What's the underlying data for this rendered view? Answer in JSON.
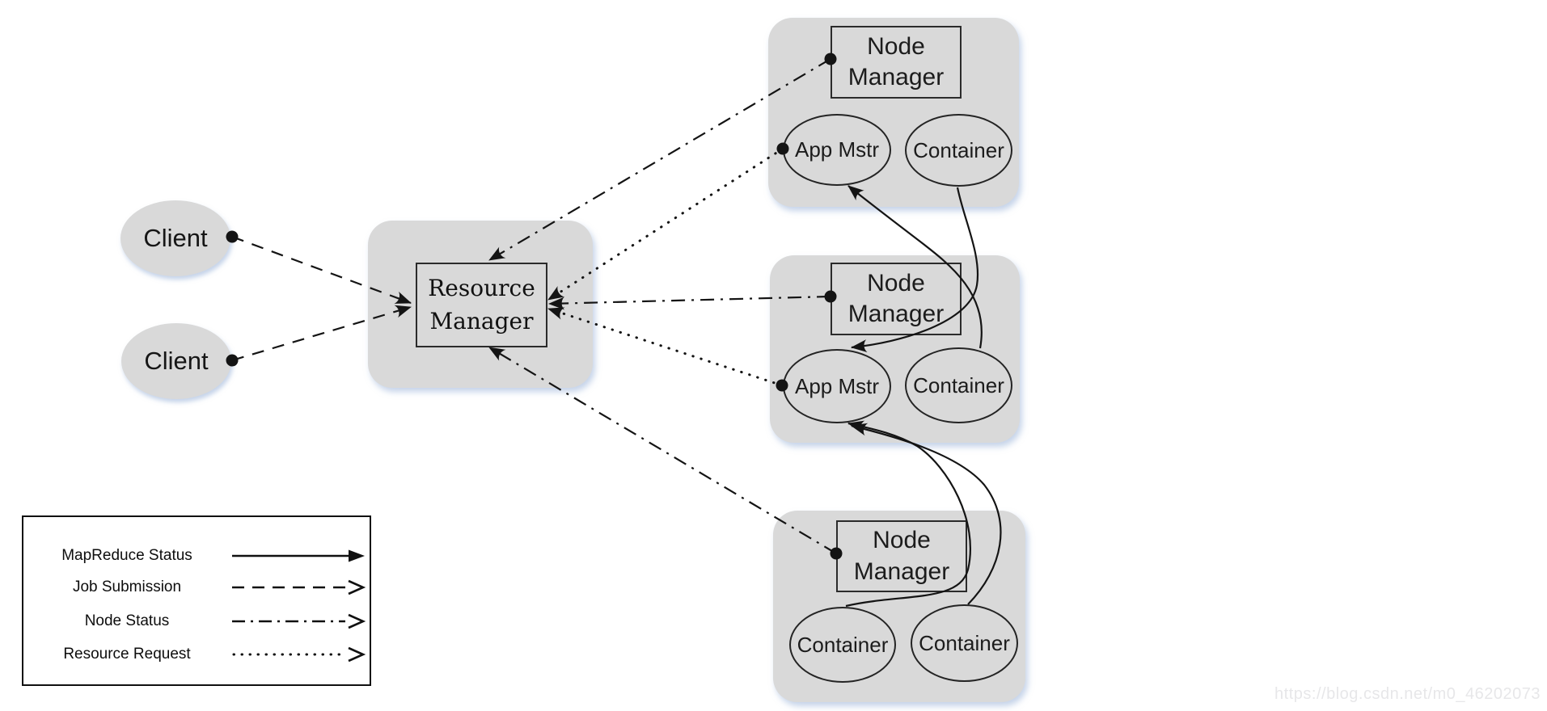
{
  "diagram": {
    "clients": [
      {
        "label": "Client"
      },
      {
        "label": "Client"
      }
    ],
    "resource_manager": {
      "label": "Resource Manager"
    },
    "node_groups": [
      {
        "manager": "Node Manager",
        "children": [
          {
            "label": "App Mstr"
          },
          {
            "label": "Container"
          }
        ]
      },
      {
        "manager": "Node Manager",
        "children": [
          {
            "label": "App Mstr"
          },
          {
            "label": "Container"
          }
        ]
      },
      {
        "manager": "Node Manager",
        "children": [
          {
            "label": "Container"
          },
          {
            "label": "Container"
          }
        ]
      }
    ],
    "edges": [
      {
        "type": "job-submission",
        "from": "client-1",
        "to": "resource-manager"
      },
      {
        "type": "job-submission",
        "from": "client-2",
        "to": "resource-manager"
      },
      {
        "type": "node-status",
        "from": "node-manager-1",
        "to": "resource-manager"
      },
      {
        "type": "node-status",
        "from": "node-manager-2",
        "to": "resource-manager"
      },
      {
        "type": "node-status",
        "from": "node-manager-3",
        "to": "resource-manager"
      },
      {
        "type": "resource-request",
        "from": "app-mstr-1",
        "to": "resource-manager"
      },
      {
        "type": "resource-request",
        "from": "app-mstr-2",
        "to": "resource-manager"
      },
      {
        "type": "mapreduce-status",
        "from": "container-node2",
        "to": "app-mstr-1"
      },
      {
        "type": "mapreduce-status",
        "from": "container-node1",
        "to": "app-mstr-2"
      },
      {
        "type": "mapreduce-status",
        "from": "container-node3-left",
        "to": "app-mstr-2"
      },
      {
        "type": "mapreduce-status",
        "from": "container-node3-right",
        "to": "app-mstr-2"
      }
    ],
    "legend": {
      "items": [
        {
          "label": "MapReduce Status",
          "line_style": "solid"
        },
        {
          "label": "Job Submission",
          "line_style": "dashed"
        },
        {
          "label": "Node Status",
          "line_style": "dash-dot"
        },
        {
          "label": "Resource Request",
          "line_style": "dotted"
        }
      ]
    },
    "watermark": "https://blog.csdn.net/m0_46202073",
    "colors": {
      "group_fill": "#d9d9d9",
      "line": "#141414",
      "shadow": "rgba(150,175,215,0.55)",
      "watermark": "#e7e7e9"
    }
  }
}
